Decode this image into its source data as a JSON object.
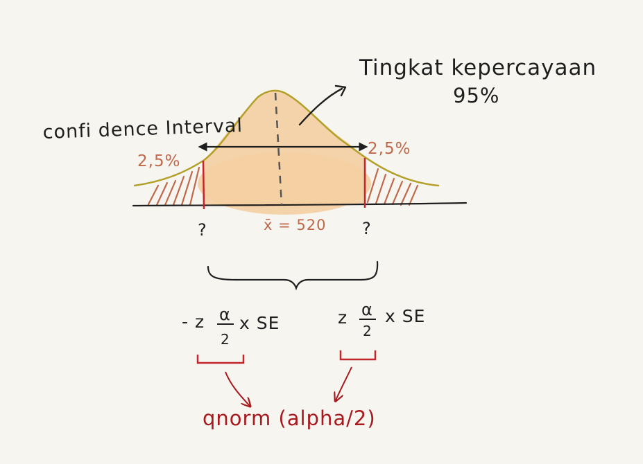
{
  "labels": {
    "confidence_level_title": "Tingkat kepercayaan",
    "confidence_level_value": "95%",
    "confidence_interval": "confi dence Interval",
    "left_tail": "2,5%",
    "right_tail": "2,5%",
    "mean": "x̄ = 520",
    "left_bound": "?",
    "right_bound": "?",
    "formula_left": {
      "prefix": "- z",
      "fraction_numerator": "α",
      "fraction_denominator": "2",
      "suffix": "x SE"
    },
    "formula_right": {
      "prefix": "z",
      "fraction_numerator": "α",
      "fraction_denominator": "2",
      "suffix": "x SE"
    },
    "qnorm": "qnorm (alpha/2)"
  },
  "colors": {
    "background": "#f6f5f0",
    "ink": "#1e1e1e",
    "curve": "#b3a02a",
    "fill": "#f5cfa2",
    "tail_hatch": "#c0684a",
    "bound_line": "#c2252b",
    "annotation_red": "#a8191e",
    "mean_label": "#c0684a"
  }
}
